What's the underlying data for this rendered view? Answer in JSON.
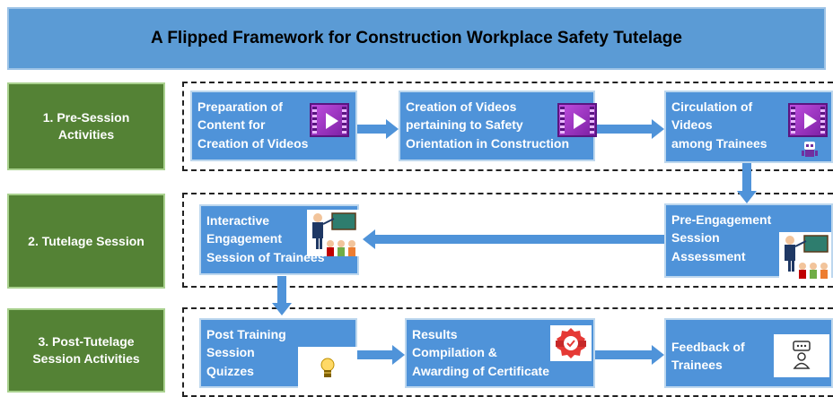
{
  "title": "A Flipped Framework for Construction Workplace Safety Tutelage",
  "phases": [
    {
      "lines": [
        "1. Pre-Session",
        "Activities"
      ]
    },
    {
      "lines": [
        "2. Tutelage Session"
      ]
    },
    {
      "lines": [
        "3. Post-Tutelage",
        "Session Activities"
      ]
    }
  ],
  "steps": {
    "s1": {
      "lines": [
        "Preparation of",
        "Content for",
        "Creation of Videos"
      ],
      "icon": "video-icon"
    },
    "s2": {
      "lines": [
        "Creation of Videos",
        "pertaining to Safety",
        "Orientation in Construction"
      ],
      "icon": "video-icon"
    },
    "s3": {
      "lines": [
        "Circulation of",
        "Videos",
        "among Trainees"
      ],
      "icon": "video-icon"
    },
    "s4": {
      "lines": [
        "Pre-Engagement",
        "Session",
        "Assessment"
      ],
      "icon": "presentation-icon"
    },
    "s5": {
      "lines": [
        "Interactive",
        "Engagement",
        "Session of Trainees"
      ],
      "icon": "presentation-icon"
    },
    "s6": {
      "lines": [
        "Post Training",
        "Session",
        "Quizzes"
      ],
      "icon": "lightbulb-icon"
    },
    "s7": {
      "lines": [
        "Results",
        "Compilation  &",
        "Awarding of Certificate"
      ],
      "icon": "certificate-icon"
    },
    "s8": {
      "lines": [
        "Feedback of",
        "Trainees"
      ],
      "icon": "feedback-icon"
    }
  },
  "colors": {
    "title_bg": "#5b9bd5",
    "phase_bg": "#548235",
    "step_bg": "#4f93d9",
    "arrow": "#4f93d9"
  }
}
